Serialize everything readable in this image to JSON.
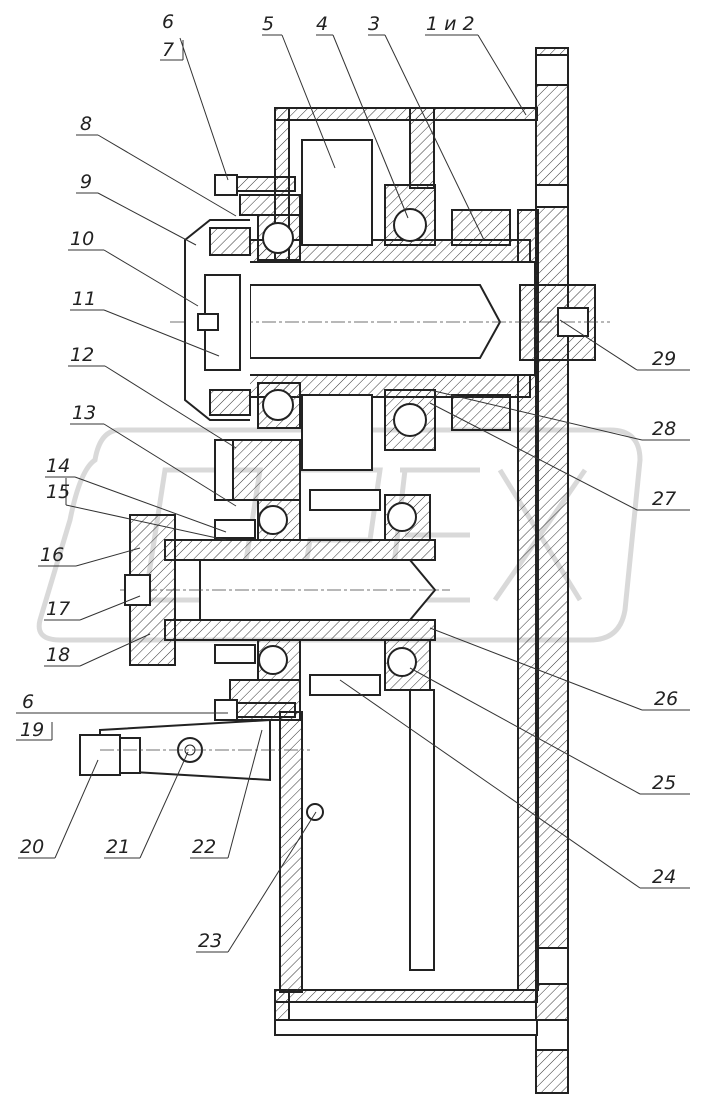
{
  "callouts": {
    "c1": "6",
    "c2": "7",
    "c3": "5",
    "c4": "4",
    "c5": "3",
    "c6": "1 и 2",
    "c7": "8",
    "c8": "9",
    "c9": "10",
    "c10": "11",
    "c11": "12",
    "c12": "13",
    "c13": "14",
    "c14": "15",
    "c15": "16",
    "c16": "17",
    "c17": "18",
    "c18": "6",
    "c19": "19",
    "c20": "20",
    "c21": "21",
    "c22": "22",
    "c23": "23",
    "c24": "24",
    "c25": "25",
    "c26": "26",
    "c27": "27",
    "c28": "28",
    "c29": "29"
  },
  "watermark": {
    "text": "OPEX"
  }
}
